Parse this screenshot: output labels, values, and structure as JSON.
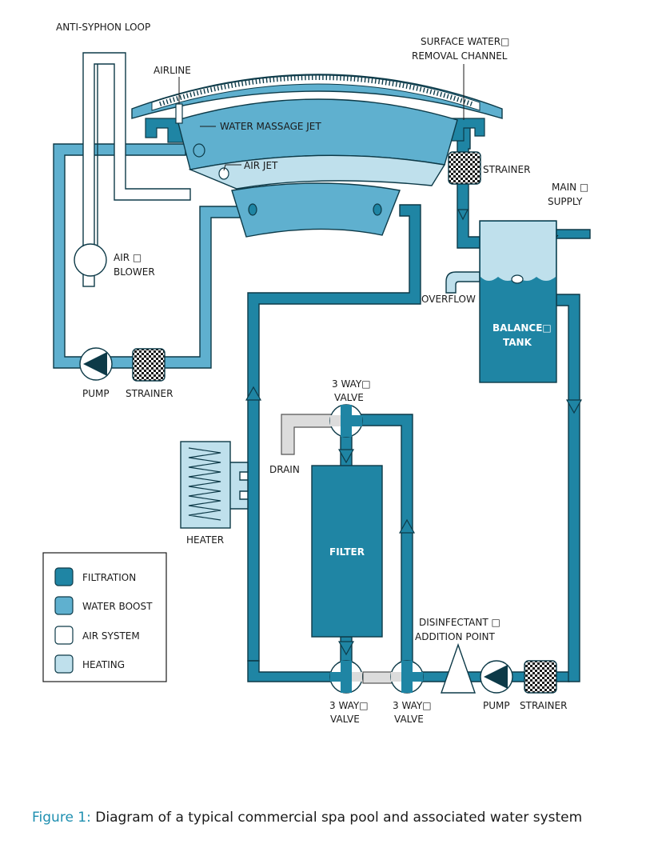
{
  "colors": {
    "filtration": "#1f85a4",
    "water_boost": "#5fb0cf",
    "air_system": "#ffffff",
    "heating": "#bfe0ec",
    "drain": "#dcdcdc",
    "outline": "#0d3a48",
    "caption_accent": "#1e8fb0"
  },
  "labels": {
    "anti_syphon_loop": "ANTI-SYPHON LOOP",
    "airline": "AIRLINE",
    "surface_water_1": "SURFACE WATER□",
    "surface_water_2": "REMOVAL CHANNEL",
    "water_massage_jet": "WATER MASSAGE JET",
    "air_jet": "AIR JET",
    "strainer_top": "STRAINER",
    "main_supply_1": "MAIN □",
    "main_supply_2": "SUPPLY",
    "air_blower_1": "AIR □",
    "air_blower_2": "BLOWER",
    "overflow": "OVERFLOW",
    "balance_tank_1": "BALANCE□",
    "balance_tank_2": "TANK",
    "pump_left": "PUMP",
    "strainer_left": "STRAINER",
    "valve_top_1": "3 WAY□",
    "valve_top_2": "VALVE",
    "drain": "DRAIN",
    "heater": "HEATER",
    "filter": "FILTER",
    "disinfectant_1": "DISINFECTANT □",
    "disinfectant_2": "ADDITION POINT",
    "valve_bl_1": "3 WAY□",
    "valve_bl_2": "VALVE",
    "valve_br_1": "3 WAY□",
    "valve_br_2": "VALVE",
    "pump_bottom": "PUMP",
    "strainer_bottom": "STRAINER"
  },
  "legend": [
    {
      "label": "FILTRATION",
      "color": "#1f85a4"
    },
    {
      "label": "WATER BOOST",
      "color": "#5fb0cf"
    },
    {
      "label": "AIR SYSTEM",
      "color": "#ffffff"
    },
    {
      "label": "HEATING",
      "color": "#bfe0ec"
    }
  ],
  "caption": {
    "figure": "Figure 1:",
    "text": " Diagram of a typical commercial spa pool and associated water system"
  }
}
